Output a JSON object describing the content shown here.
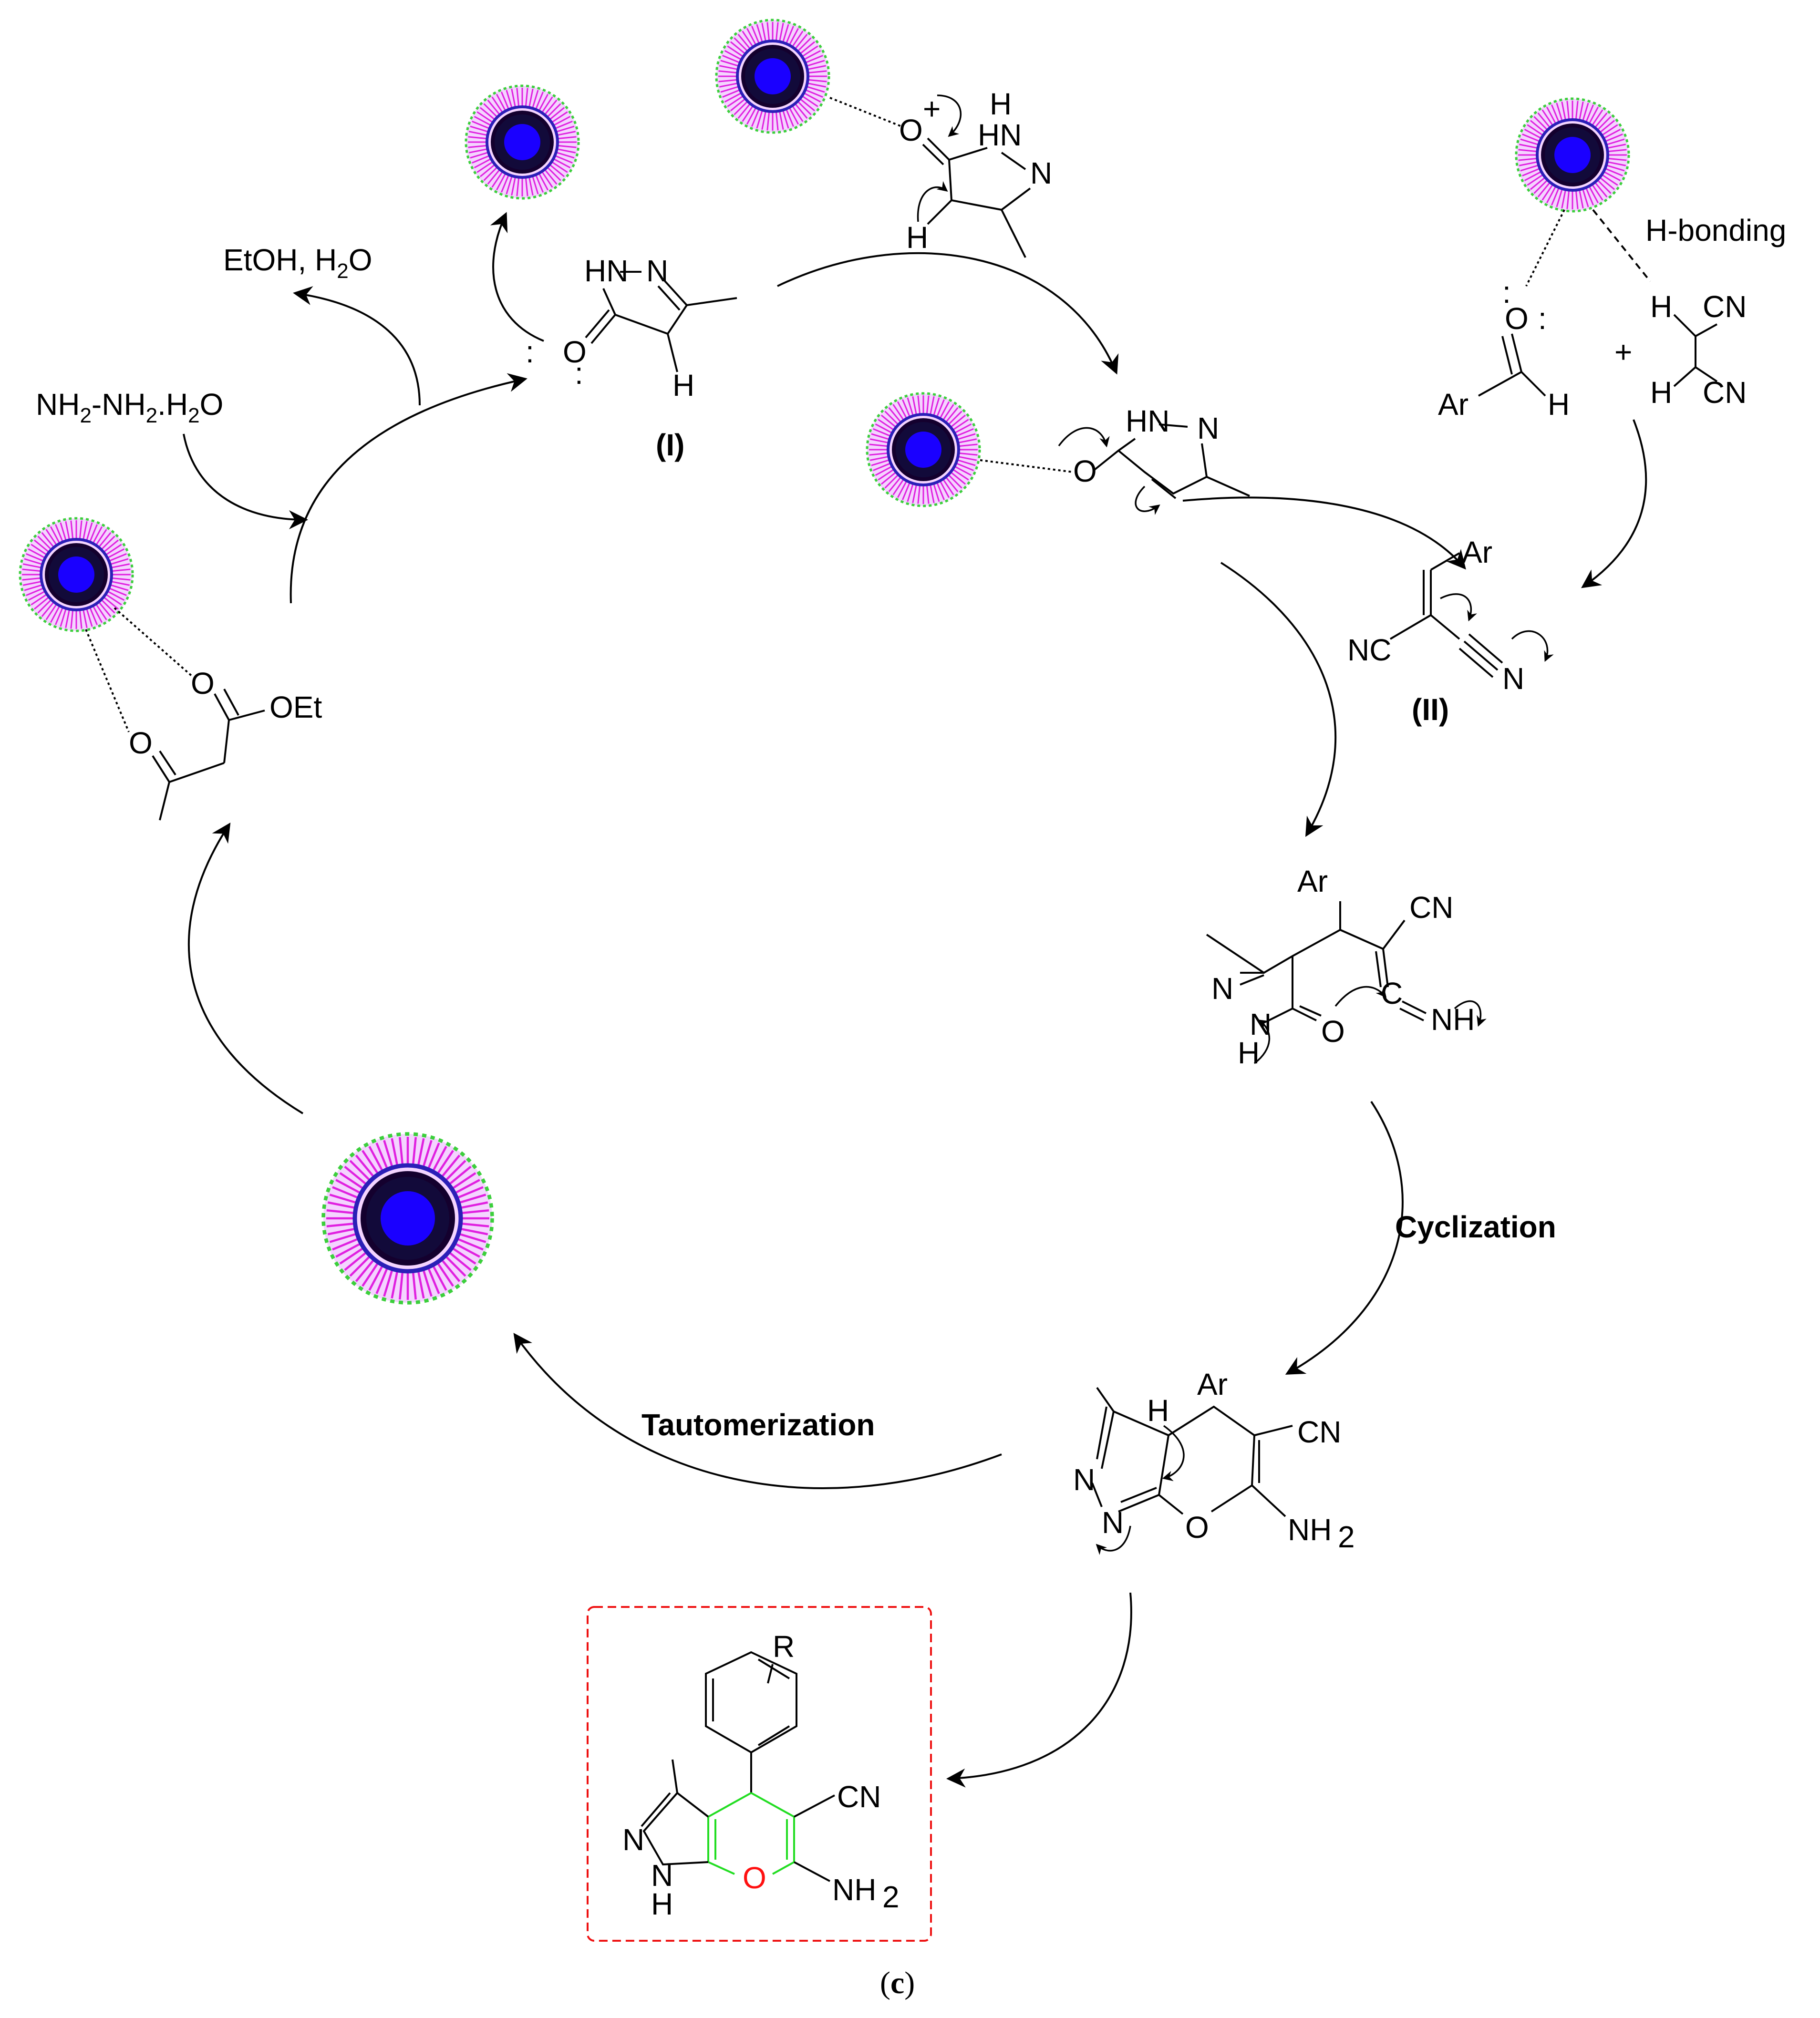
{
  "labels": {
    "reagent_solvent": "EtOH, H",
    "reagent_solvent_sub": "2",
    "reagent_solvent_tail": "O",
    "hydrazine_a": "NH",
    "hydrazine_b": "-NH",
    "hydrazine_c": ".H",
    "hydrazine_d": "O",
    "sub2": "2",
    "hbonding": "H-bonding",
    "plus": "+",
    "compound_I": "(I)",
    "compound_II": "(II)",
    "cyclization": "Cyclization",
    "tautomerization": "Tautomerization",
    "figure_tag_open": "(",
    "figure_tag_letter": "c",
    "figure_tag_close": ")"
  },
  "atoms": {
    "HN": "HN",
    "H": "H",
    "N": "N",
    "O": "O",
    "Oplus": "+",
    "HNdash": "HN",
    "Ar": "Ar",
    "CN": "CN",
    "NC": "NC",
    "NH": "NH",
    "NH2": "NH",
    "OEt": "OEt",
    "C": "C",
    "R": "R",
    "lonepair": ":"
  },
  "colors": {
    "catalyst_core": "#1a00ff",
    "catalyst_shell_dark": "#14002e",
    "catalyst_ring": "#2b1fb8",
    "catalyst_spikes": "#e020e0",
    "catalyst_rim": "#3ccf3c",
    "product_ring_green": "#22dd22",
    "product_oxygen_red": "#ff1010",
    "highlight_box": "#ee1111"
  }
}
